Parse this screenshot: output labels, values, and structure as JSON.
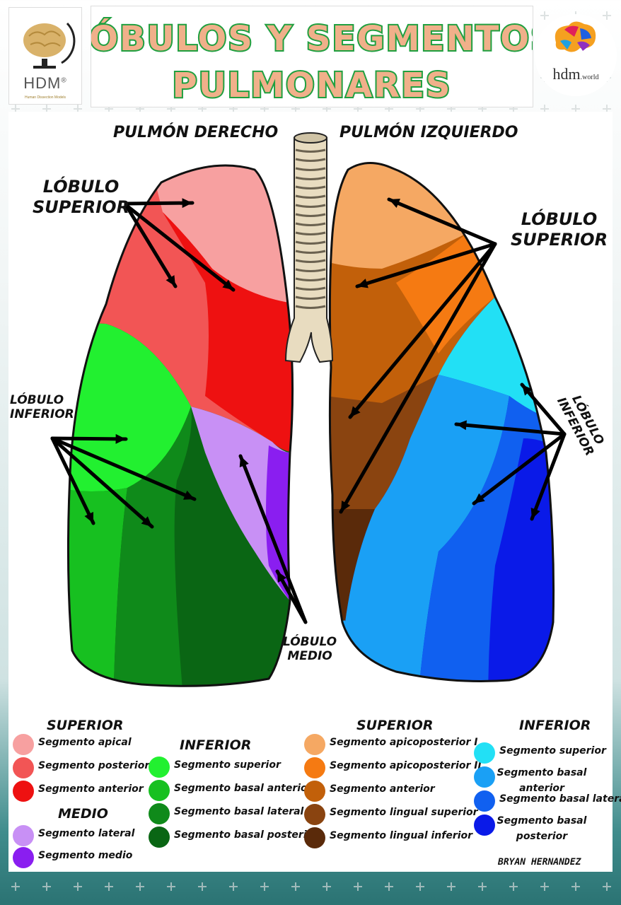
{
  "header": {
    "title_line1": "LÓBULOS Y SEGMENTOS",
    "title_line2": "PULMONARES",
    "logo_left_text": "HDM",
    "logo_left_reg": "®",
    "logo_left_sub": "Human Dissection Models",
    "logo_right_text": "hdm",
    "logo_right_suffix": ".world"
  },
  "diagram": {
    "right_lung_title": "PULMÓN DERECHO",
    "left_lung_title": "PULMÓN IZQUIERDO",
    "right_superior_l1": "LÓBULO",
    "right_superior_l2": "SUPERIOR",
    "right_inferior_l1": "LÓBULO",
    "right_inferior_l2": "INFERIOR",
    "middle_l1": "LÓBULO",
    "middle_l2": "MEDIO",
    "left_superior_l1": "LÓBULO",
    "left_superior_l2": "SUPERIOR",
    "left_inferior_l1": "LÓBULO",
    "left_inferior_l2": "INFERIOR"
  },
  "legend": {
    "right_superior_title": "SUPERIOR",
    "right_superior": [
      {
        "label": "Segmento apical",
        "color": "#f7a0a0"
      },
      {
        "label": "Segmento posterior",
        "color": "#f25555"
      },
      {
        "label": "Segmento anterior",
        "color": "#ee1111"
      }
    ],
    "middle_title": "MEDIO",
    "middle": [
      {
        "label": "Segmento lateral",
        "color": "#c890f5"
      },
      {
        "label": "Segmento medio",
        "color": "#8a1ef0"
      }
    ],
    "right_inferior_title": "INFERIOR",
    "right_inferior": [
      {
        "label": "Segmento superior",
        "color": "#22f030"
      },
      {
        "label": "Segmento basal anterior",
        "color": "#17c020"
      },
      {
        "label": "Segmento basal lateral",
        "color": "#0f8a1a"
      },
      {
        "label": "Segmento basal posterior",
        "color": "#0a6614"
      }
    ],
    "left_superior_title": "SUPERIOR",
    "left_superior": [
      {
        "label": "Segmento apicoposterior I",
        "color": "#f5a863"
      },
      {
        "label": "Segmento apicoposterior II",
        "color": "#f57a12"
      },
      {
        "label": "Segmento anterior",
        "color": "#c2600a"
      },
      {
        "label": "Segmento lingual superior",
        "color": "#8a4410"
      },
      {
        "label": "Segmento lingual inferior",
        "color": "#5a2a0a"
      }
    ],
    "left_inferior_title": "INFERIOR",
    "left_inferior": [
      {
        "label": "Segmento superior",
        "color": "#22e0f5"
      },
      {
        "label": "Segmento basal anterior",
        "color": "#1aa0f5"
      },
      {
        "label": "Segmento basal lateral",
        "color": "#1060f0"
      },
      {
        "label": "Segmento basal posterior",
        "color": "#0a1ae8"
      }
    ]
  },
  "signature": "BRYAN HERNANDEZ"
}
